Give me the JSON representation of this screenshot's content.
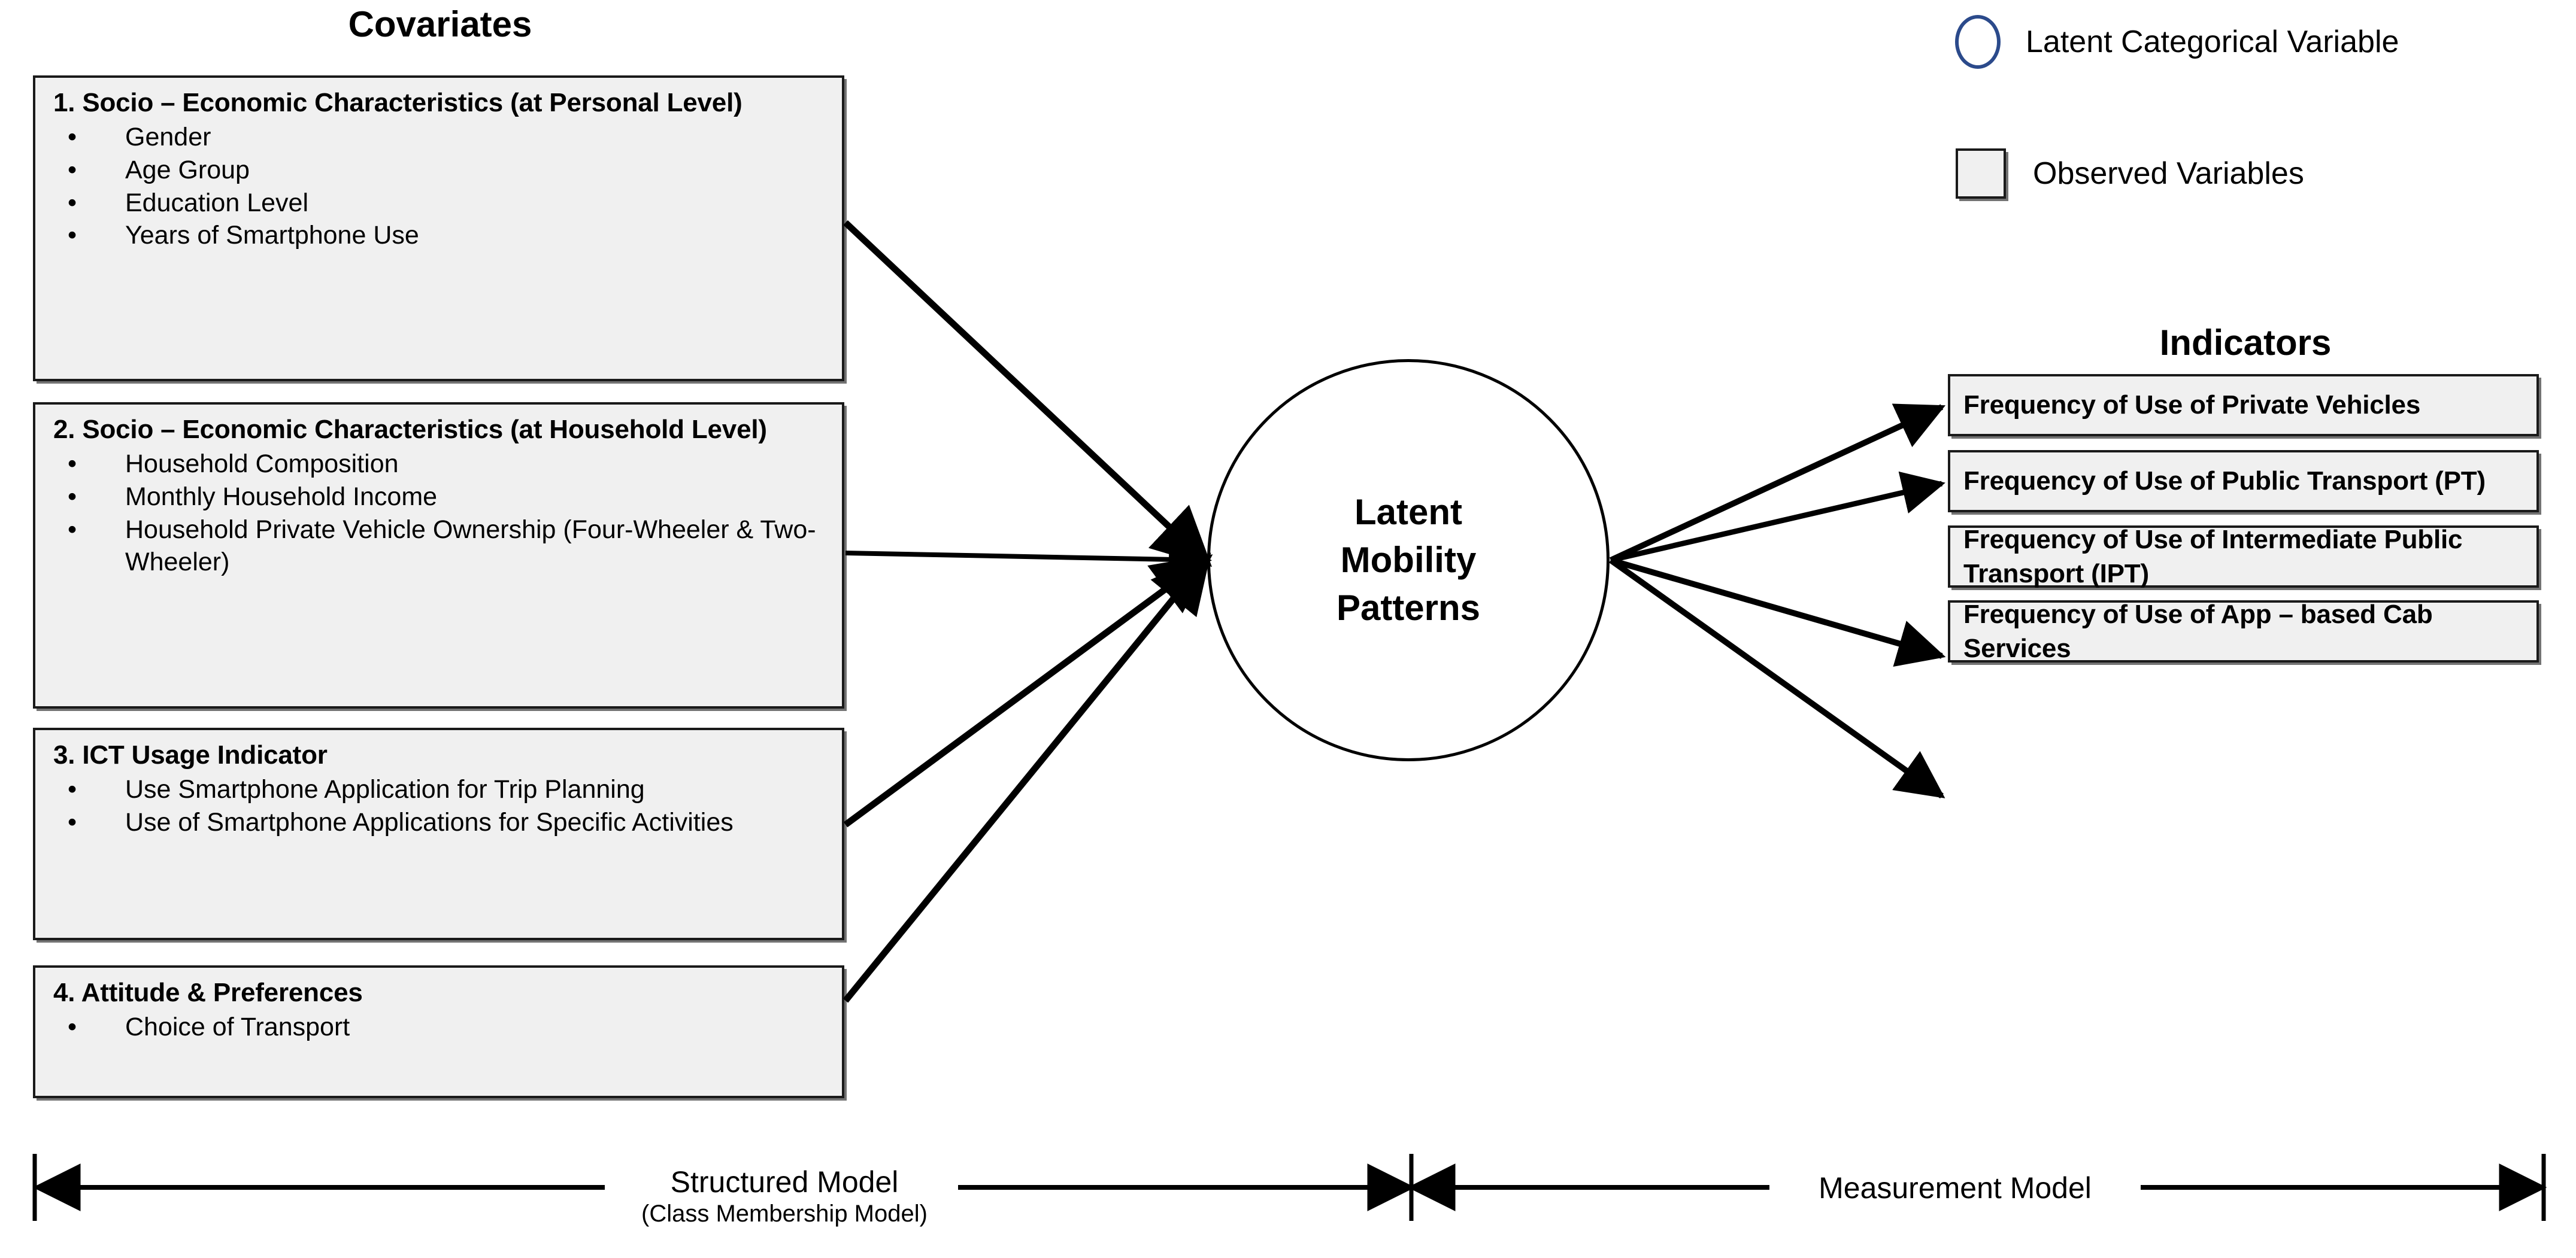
{
  "colors": {
    "box_fill": "#f0f0f0",
    "box_border": "#1a1a1a",
    "latent_circle_border": "#000000",
    "legend_circle_border": "#2b4a8b",
    "arrow": "#000000",
    "background": "#ffffff"
  },
  "headings": {
    "covariates": "Covariates",
    "indicators": "Indicators"
  },
  "legend": {
    "circle": {
      "icon": "ellipse-outline-icon",
      "label": "Latent Categorical Variable"
    },
    "square": {
      "icon": "rectangle-filled-icon",
      "label": "Observed Variables"
    }
  },
  "covariates": [
    {
      "title": "1. Socio – Economic Characteristics (at Personal Level)",
      "bullet": "•",
      "items": [
        "Gender",
        "Age Group",
        "Education Level",
        "Years of Smartphone Use"
      ]
    },
    {
      "title": "2. Socio – Economic Characteristics (at Household Level)",
      "bullet": "•",
      "items": [
        "Household Composition",
        "Monthly Household Income",
        "Household Private Vehicle Ownership (Four-Wheeler & Two-Wheeler)"
      ]
    },
    {
      "title": "3. ICT Usage Indicator",
      "bullet": "•",
      "items": [
        "Use Smartphone Application for Trip Planning",
        "Use of Smartphone Applications for Specific Activities"
      ]
    },
    {
      "title": "4. Attitude & Preferences",
      "bullet": "•",
      "items": [
        "Choice of Transport"
      ]
    }
  ],
  "latent": {
    "label": "Latent\nMobility\nPatterns"
  },
  "indicators": [
    "Frequency of Use of Private Vehicles",
    "Frequency of Use of Public Transport (PT)",
    "Frequency of Use of Intermediate Public Transport (IPT)",
    "Frequency of Use of App – based Cab Services"
  ],
  "model_spans": [
    {
      "main": "Structured Model",
      "sub": "(Class Membership Model)"
    },
    {
      "main": "Measurement Model",
      "sub": ""
    }
  ]
}
